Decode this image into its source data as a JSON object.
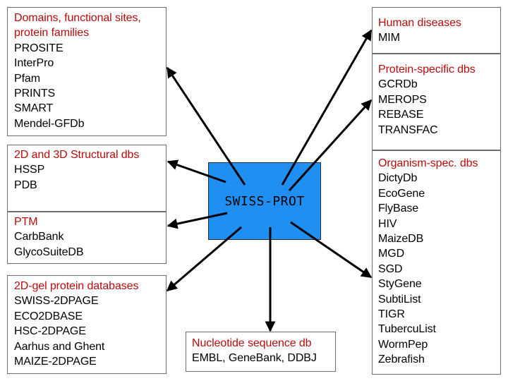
{
  "center": {
    "label": "SWISS-PROT"
  },
  "boxes": {
    "domains": {
      "heading": [
        "Domains, functional sites,",
        "protein families"
      ],
      "items": [
        "PROSITE",
        "InterPro",
        "Pfam",
        "PRINTS",
        "SMART",
        "Mendel-GFDb"
      ]
    },
    "structural": {
      "heading": [
        "2D and 3D Structural dbs"
      ],
      "items": [
        "HSSP",
        "PDB"
      ]
    },
    "ptm": {
      "heading": [
        "PTM"
      ],
      "items": [
        "CarbBank",
        "GlycoSuiteDB"
      ]
    },
    "gel": {
      "heading": [
        "2D-gel protein databases"
      ],
      "items": [
        "SWISS-2DPAGE",
        "ECO2DBASE",
        "HSC-2DPAGE",
        "Aarhus and Ghent",
        "MAIZE-2DPAGE"
      ]
    },
    "nucleotide": {
      "heading": [
        "Nucleotide sequence db"
      ],
      "items": [
        "EMBL, GeneBank, DDBJ"
      ]
    },
    "human": {
      "heading": [
        "Human diseases"
      ],
      "items": [
        "MIM"
      ]
    },
    "protein_specific": {
      "heading": [
        "Protein-specific dbs"
      ],
      "items": [
        "GCRDb",
        "MEROPS",
        "REBASE",
        "TRANSFAC"
      ]
    },
    "organism": {
      "heading": [
        "Organism-spec. dbs"
      ],
      "items": [
        "DictyDb",
        "EcoGene",
        "FlyBase",
        "HIV",
        "MaizeDB",
        "MGD",
        "SGD",
        "StyGene",
        "SubtiList",
        "TIGR",
        "TubercuList",
        "WormPep",
        "Zebrafish"
      ]
    }
  },
  "colors": {
    "heading": "#b80c0c",
    "center_fill": "#1f8ff2",
    "border": "#6e6e6e",
    "arrow": "#000000"
  }
}
